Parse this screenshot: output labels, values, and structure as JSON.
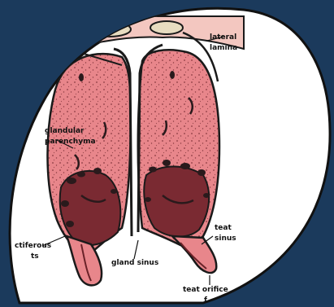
{
  "diagram": {
    "labels": {
      "lateral_lamina_1": "lateral",
      "lateral_lamina_2": "lamina",
      "glandular_parenchyma_1": "glandular",
      "glandular_parenchyma_2": "parenchyma",
      "lactiferous_ducts_1": "ctiferous",
      "lactiferous_ducts_2": "ts",
      "gland_sinus": "gland sinus",
      "teat_sinus_1": "teat",
      "teat_sinus_2": "sinus",
      "teat_orifice": "teat orifice",
      "cut_label": "f"
    }
  },
  "colors": {
    "background": "#1b3a5c",
    "card": "#ffffff",
    "card_border": "#111111",
    "tissue": "#e8868b",
    "tissue_light": "#f4c2b8",
    "skin": "#f3c7c0",
    "outline": "#1a1a1a",
    "duct_dark": "#2a1a1c"
  }
}
